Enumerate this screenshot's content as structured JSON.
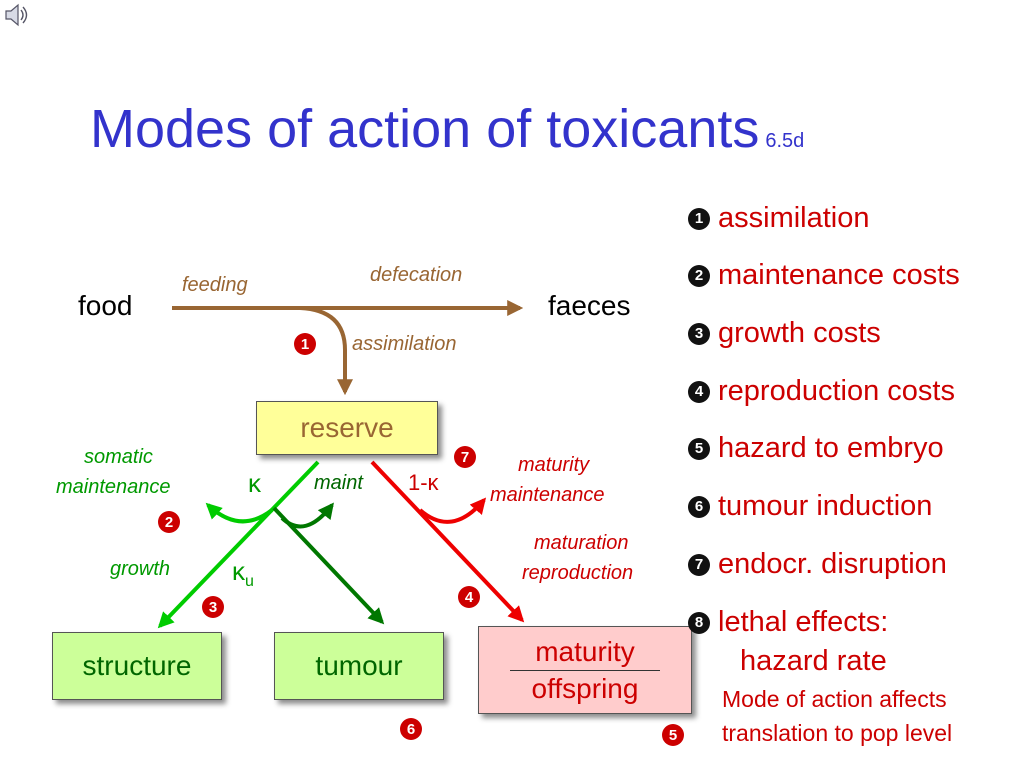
{
  "title": "Modes of action of toxicants",
  "title_ref": "6.5d",
  "speaker_icon": "speaker-icon",
  "diagram": {
    "food": "food",
    "faeces": "faeces",
    "feeding": "feeding",
    "defecation": "defecation",
    "assimilation": "assimilation",
    "reserve": "reserve",
    "somatic_maintenance_1": "somatic",
    "somatic_maintenance_2": "maintenance",
    "kappa": "κ",
    "maint": "maint",
    "one_minus_kappa": "1-κ",
    "maturity_maintenance_1": "maturity",
    "maturity_maintenance_2": "maintenance",
    "maturation_reproduction_1": "maturation",
    "maturation_reproduction_2": "reproduction",
    "growth": "growth",
    "kappa_u": "κ",
    "kappa_u_sub": "u",
    "structure": "structure",
    "tumour": "tumour",
    "maturity": "maturity",
    "offspring": "offspring"
  },
  "markers": {
    "m1": "1",
    "m2": "2",
    "m3": "3",
    "m4": "4",
    "m5": "5",
    "m6": "6",
    "m7": "7"
  },
  "legend": [
    {
      "num": "1",
      "text": "assimilation"
    },
    {
      "num": "2",
      "text": "maintenance costs"
    },
    {
      "num": "3",
      "text": "growth costs"
    },
    {
      "num": "4",
      "text": "reproduction costs"
    },
    {
      "num": "5",
      "text": "hazard to embryo"
    },
    {
      "num": "6",
      "text": "tumour induction"
    },
    {
      "num": "7",
      "text": "endocr. disruption"
    },
    {
      "num": "8",
      "text": "lethal effects:"
    }
  ],
  "legend_extra": "hazard rate",
  "note_1": "Mode of action affects",
  "note_2": "translation to pop level",
  "colors": {
    "title": "#3333cc",
    "brown": "#996633",
    "green": "#009900",
    "dark_green": "#006600",
    "red": "#cc0000",
    "reserve_fill": "#ffff99",
    "structure_fill": "#ccff99",
    "maturity_fill": "#ffcccc"
  }
}
